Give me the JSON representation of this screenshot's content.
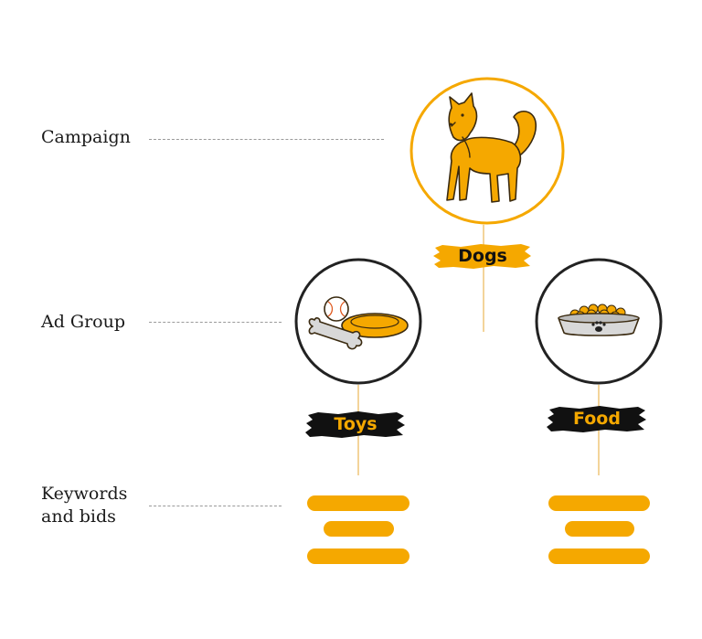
{
  "labels": {
    "campaign": "Campaign",
    "ad_group": "Ad Group",
    "keywords_line1": "Keywords",
    "keywords_line2": "and bids"
  },
  "campaign": {
    "name": "Dogs",
    "icon": "dog-icon",
    "circle_color": "#f5a800"
  },
  "ad_groups": [
    {
      "name": "Toys",
      "icon": "toys-icon",
      "tag_bg": "#111111",
      "tag_text_color": "#f5a800"
    },
    {
      "name": "Food",
      "icon": "dog-food-bowl-icon",
      "tag_bg": "#111111",
      "tag_text_color": "#f5a800"
    }
  ],
  "colors": {
    "accent": "#f5a800",
    "dark": "#222222",
    "connector": "#f3d49a",
    "dash": "#9a9a9a"
  }
}
